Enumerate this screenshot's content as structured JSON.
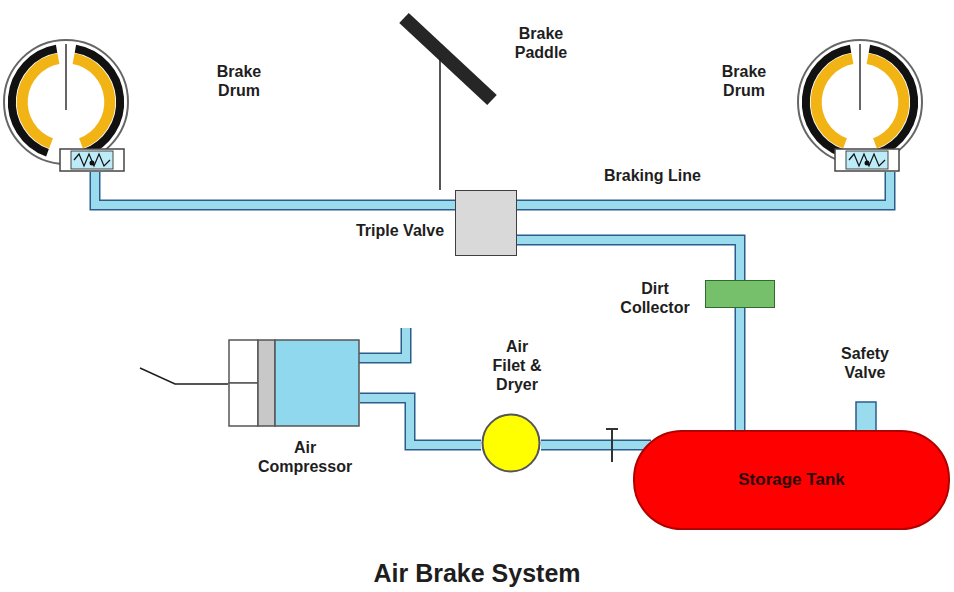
{
  "diagram": {
    "title": "Air Brake System",
    "nodes": [
      {
        "text": [
          "Brake Drum"
        ]
      },
      {
        "text": [
          "Brake Drum"
        ]
      },
      {
        "text": [
          "Triple Valve"
        ]
      },
      {
        "text": [
          "Dirt Collector"
        ]
      },
      {
        "text": [
          "Air Filet & Dryer"
        ]
      },
      {
        "text": [
          "Air Compressor"
        ]
      },
      {
        "text": [
          "Storage Tank"
        ]
      }
    ],
    "edges": [
      {
        "from": 2,
        "to": 0,
        "arrow": "none"
      },
      {
        "from": 2,
        "to": 1,
        "label": "Braking Line",
        "arrow": "none"
      },
      {
        "from": 2,
        "to": 3,
        "arrow": "none"
      },
      {
        "from": 3,
        "to": 6,
        "arrow": "none"
      },
      {
        "from": 6,
        "to": 4,
        "arrow": "none"
      },
      {
        "from": 4,
        "to": 5,
        "arrow": "none"
      }
    ],
    "labels": [
      "Brake Paddle",
      "Safety Valve"
    ]
  }
}
